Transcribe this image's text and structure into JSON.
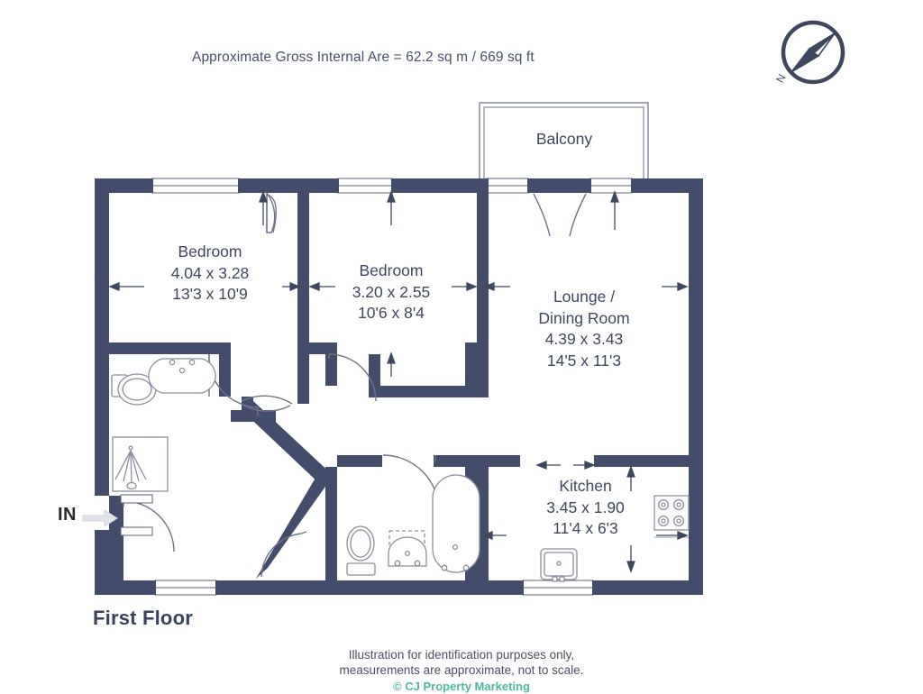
{
  "header": {
    "area_note": "Approximate Gross Internal Are = 62.2 sq m / 669 sq ft"
  },
  "compass": {
    "north_label": "N",
    "icon": "compass-rose-icon"
  },
  "plan": {
    "floor_title": "First Floor",
    "entrance_label": "IN",
    "wall_color": "#434d6b",
    "line_color": "#4a5168",
    "rooms": [
      {
        "id": "bedroom-1",
        "name": "Bedroom",
        "dim_metric": "4.04 x 3.28",
        "dim_imperial": "13'3 x 10'9"
      },
      {
        "id": "bedroom-2",
        "name": "Bedroom",
        "dim_metric": "3.20 x 2.55",
        "dim_imperial": "10'6 x 8'4"
      },
      {
        "id": "lounge-dining",
        "name": "Lounge /",
        "name2": "Dining Room",
        "dim_metric": "4.39 x 3.43",
        "dim_imperial": "14'5 x 11'3"
      },
      {
        "id": "kitchen",
        "name": "Kitchen",
        "dim_metric": "3.45 x 1.90",
        "dim_imperial": "11'4 x 6'3"
      },
      {
        "id": "balcony",
        "name": "Balcony",
        "dim_metric": "",
        "dim_imperial": ""
      }
    ],
    "fixtures": [
      "wc-icon",
      "wash-basin-icon",
      "shower-icon",
      "bath-icon",
      "hob-icon",
      "sink-icon"
    ]
  },
  "footer": {
    "line1": "Illustration for identification purposes only,",
    "line2": "measurements are approximate, not to scale.",
    "copyright": "© CJ Property Marketing",
    "copyright_color": "#4fb8a4"
  }
}
